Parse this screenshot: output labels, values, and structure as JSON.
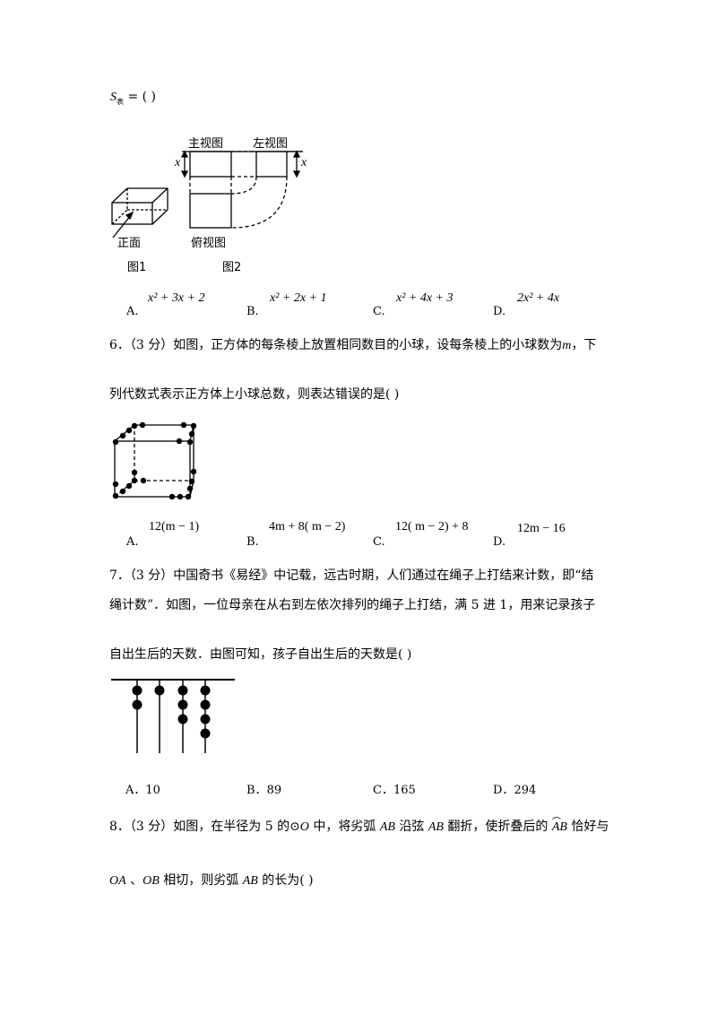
{
  "q5": {
    "head_S": "S",
    "head_sub": "表",
    "head_rest": " = (        )",
    "fig": {
      "front_view": "主视图",
      "left_view": "左视图",
      "top_view": "俯视图",
      "x_label": "x",
      "front_face": "正面",
      "fig1": "图1",
      "fig2": "图2"
    },
    "options": [
      {
        "letter": "A.",
        "expr": "x² + 3x + 2"
      },
      {
        "letter": "B.",
        "expr": "x² + 2x + 1"
      },
      {
        "letter": "C.",
        "expr": "x² + 4x + 3"
      },
      {
        "letter": "D.",
        "expr": "2x² + 4x"
      }
    ]
  },
  "q6": {
    "line1": "6．（3 分）如图，正方体的每条棱上放置相同数目的小球，设每条棱上的小球数为",
    "var": "m",
    "line1_end": "，下",
    "line2": "列代数式表示正方体上小球总数，则表达错误的是(        )",
    "options": [
      {
        "letter": "A.",
        "expr": "12(m − 1)"
      },
      {
        "letter": "B.",
        "expr": "4m + 8(  m − 2)"
      },
      {
        "letter": "C.",
        "expr": "12(  m − 2) + 8"
      },
      {
        "letter": "D.",
        "expr": "12m − 16"
      }
    ]
  },
  "q7": {
    "line1": "7．（3 分）中国奇书《易经》中记载，远古时期，人们通过在绳子上打结来计数，即“结",
    "line2": "绳计数”．如图，一位母亲在从右到左依次排列的绳子上打结，满 5 进 1，用来记录孩子",
    "line3": "自出生后的天数．由图可知，孩子自出生后的天数是(        )",
    "rope_knots": [
      2,
      1,
      3,
      4
    ],
    "options": [
      {
        "letter": "A．",
        "value": "10"
      },
      {
        "letter": "B．",
        "value": "89"
      },
      {
        "letter": "C．",
        "value": "165"
      },
      {
        "letter": "D．",
        "value": "294"
      }
    ]
  },
  "q8": {
    "line1_a": "8．（3 分）如图，在半径为 5 的",
    "circle_sym": "⊙O",
    "line1_b": " 中，将劣弧 ",
    "ab1": "AB",
    "line1_c": " 沿弦 ",
    "ab2": "AB",
    "line1_d": " 翻折，使折叠后的 ",
    "ab3": "AB",
    "line1_e": " 恰好与",
    "oa": "OA",
    "sep": " 、",
    "ob": "OB",
    "line2_b": " 相切，则劣弧 ",
    "ab4": "AB",
    "line2_c": " 的长为(        )"
  }
}
